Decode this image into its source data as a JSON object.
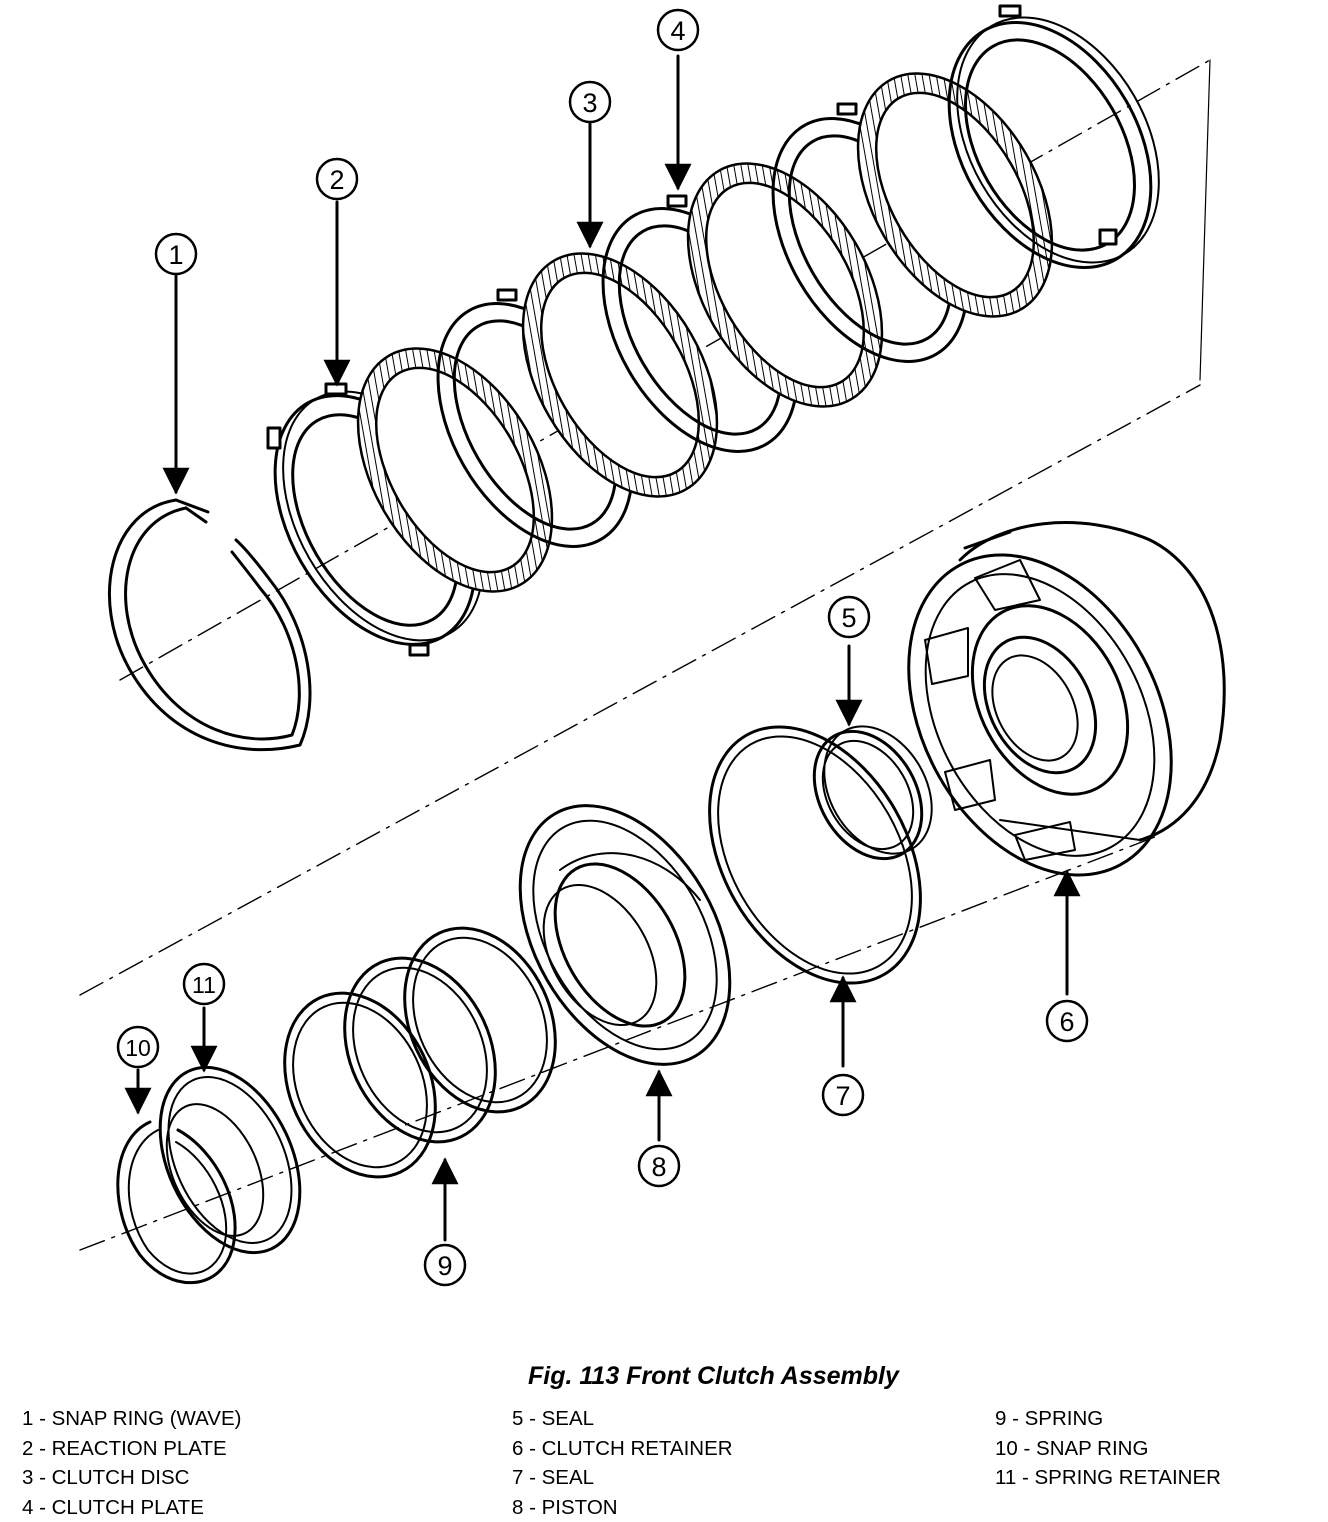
{
  "figure": {
    "caption": "Fig. 113 Front Clutch Assembly",
    "callouts": [
      "1",
      "2",
      "3",
      "4",
      "5",
      "6",
      "7",
      "8",
      "9",
      "10",
      "11"
    ]
  },
  "legend": {
    "columns": [
      [
        {
          "label": "1 - SNAP RING (WAVE)"
        },
        {
          "label": "2 - REACTION PLATE"
        },
        {
          "label": "3 - CLUTCH DISC"
        },
        {
          "label": "4 - CLUTCH PLATE"
        }
      ],
      [
        {
          "label": "5 - SEAL"
        },
        {
          "label": "6 - CLUTCH RETAINER"
        },
        {
          "label": "7 - SEAL"
        },
        {
          "label": "8 - PISTON"
        }
      ],
      [
        {
          "label": "9 - SPRING"
        },
        {
          "label": "10 - SNAP RING"
        },
        {
          "label": "11 - SPRING RETAINER"
        }
      ]
    ]
  },
  "colors": {
    "ink": "#000000",
    "background": "#ffffff"
  }
}
